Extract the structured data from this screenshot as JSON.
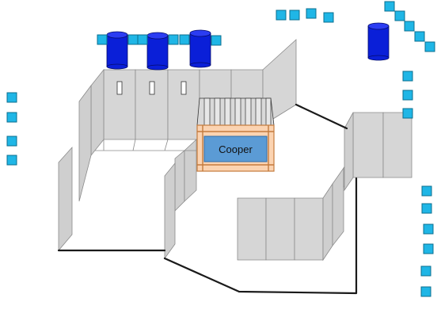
{
  "enclosure": {
    "name_label": "Cooper"
  },
  "colors": {
    "feeder_cube": "#1fb6e6",
    "barrel": "#0a1fd8",
    "wall_panel": "#d6d6d6",
    "crate": "#fbd3b1",
    "label_box": "#5b9bd5"
  },
  "items": {
    "barrel_count": 4,
    "crate_count": 1
  }
}
